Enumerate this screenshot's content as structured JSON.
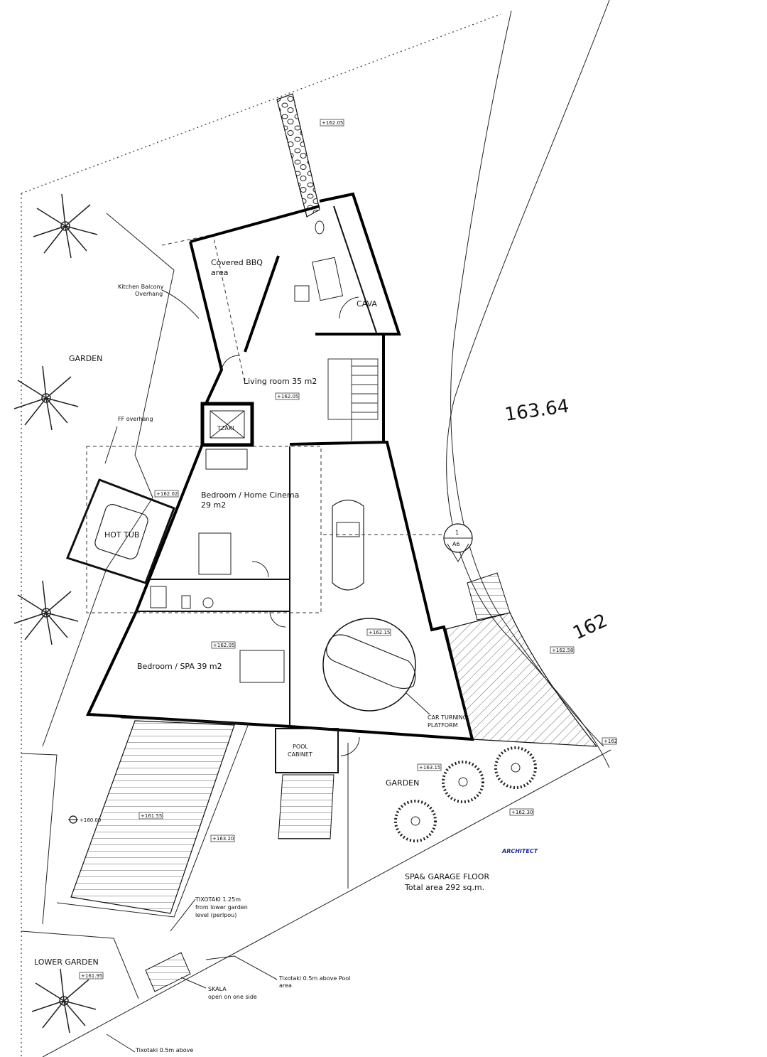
{
  "plan": {
    "rooms": {
      "covered_bbq": [
        "Covered BBQ",
        "area"
      ],
      "kitchen_balcony": [
        "Kitchen Balcony",
        "Overhang"
      ],
      "cava": "CAVA",
      "living_room": "Living room 35 m2",
      "bedroom_cinema": [
        "Bedroom / Home Cinema",
        "29 m2"
      ],
      "bedroom_spa": "Bedroom / SPA 39 m2",
      "hot_tub": "HOT TUB",
      "pool_cabinet": [
        "POOL",
        "CABINET"
      ],
      "car_turning": [
        "CAR TURNING",
        "PLATFORM"
      ],
      "fireplace": "ΤΖΑΚΙ"
    },
    "outdoor": {
      "garden_left": "GARDEN",
      "garden_bottom": "GARDEN",
      "lower_garden": "LOWER GARDEN",
      "ff_overhang": "FF overhang"
    },
    "notes": {
      "tixotaki_125": [
        "TIXOTAKI 1.25m",
        "from lower garden",
        "level (perlpou)"
      ],
      "tixotaki_05_pool": [
        "Tixotaki 0.5m above Pool",
        "area"
      ],
      "skala": [
        "SKALA",
        "open on one side"
      ],
      "tixotaki_05_bottom": "Tixotaki 0.5m above"
    },
    "contours": {
      "c1": "163.64",
      "c2": "162"
    },
    "section_marker": {
      "number": "1",
      "sheet": "A6"
    },
    "elevations": {
      "e1": "+162.05",
      "e2": "+162.05",
      "e3": "+162.02",
      "e4": "+162.05",
      "e5": "+162.15",
      "e6": "+162.58",
      "e7": "+163.15",
      "e8": "+162.30",
      "e9": "+161.55",
      "e10": "+163.20",
      "e11": "+161.95",
      "e12": "+162",
      "e13": "+160.00"
    },
    "architect": "ARCHITECT",
    "title_block": {
      "floor": "SPA& GARAGE FLOOR",
      "area": "Total area 292 sq.m."
    }
  }
}
